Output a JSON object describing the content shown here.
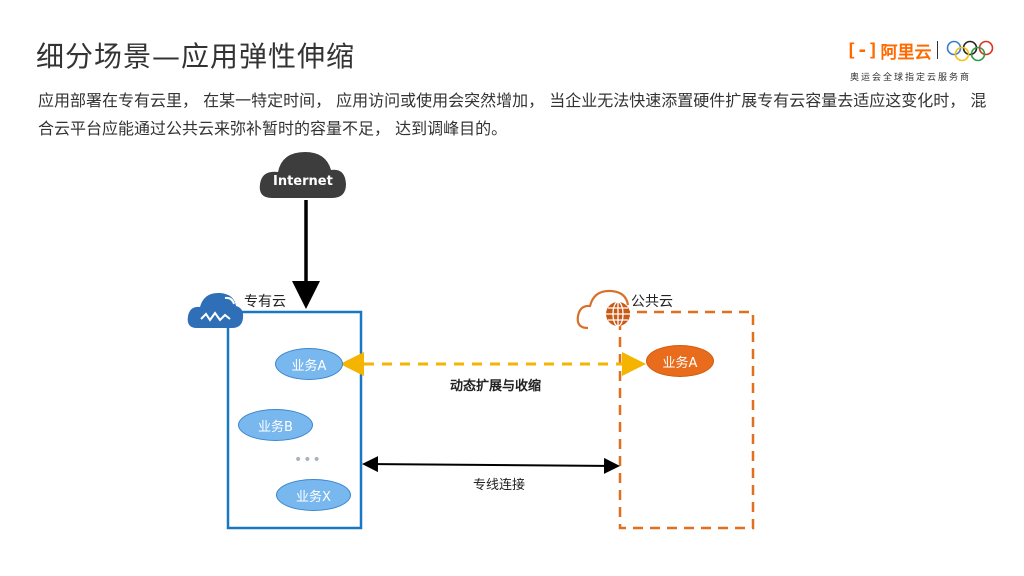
{
  "header": {
    "title": "细分场景—应用弹性伸缩",
    "description": "应用部署在专有云里， 在某一特定时间， 应用访问或使用会突然增加， 当企业无法快速添置硬件扩展专有云容量去适应这变化时， 混合云平台应能通过公共云来弥补暂时的容量不足， 达到调峰目的。"
  },
  "logo": {
    "bracket": "[-]",
    "brand": "阿里云",
    "tagline": "奥运会全球指定云服务商",
    "icon": "olympic-rings-icon"
  },
  "diagram": {
    "internet": {
      "label": "Internet",
      "icon": "cloud-icon",
      "color": "#3d3d3d"
    },
    "private_cloud": {
      "label": "专有云",
      "icon": "private-cloud-icon",
      "border_color": "#1a78c2",
      "services": [
        "业务A",
        "业务B",
        "业务X"
      ],
      "ellipsis": "•••"
    },
    "public_cloud": {
      "label": "公共云",
      "icon": "public-cloud-globe-icon",
      "border_color": "#e0701e",
      "services": [
        "业务A"
      ]
    },
    "connections": {
      "dynamic": {
        "label": "动态扩展与收缩",
        "color": "#f4b400",
        "style": "dashed",
        "direction": "bidirectional"
      },
      "dedicated": {
        "label": "专线连接",
        "color": "#000000",
        "style": "solid",
        "direction": "bidirectional"
      },
      "internet_link": {
        "color": "#000000",
        "direction": "down"
      }
    }
  }
}
